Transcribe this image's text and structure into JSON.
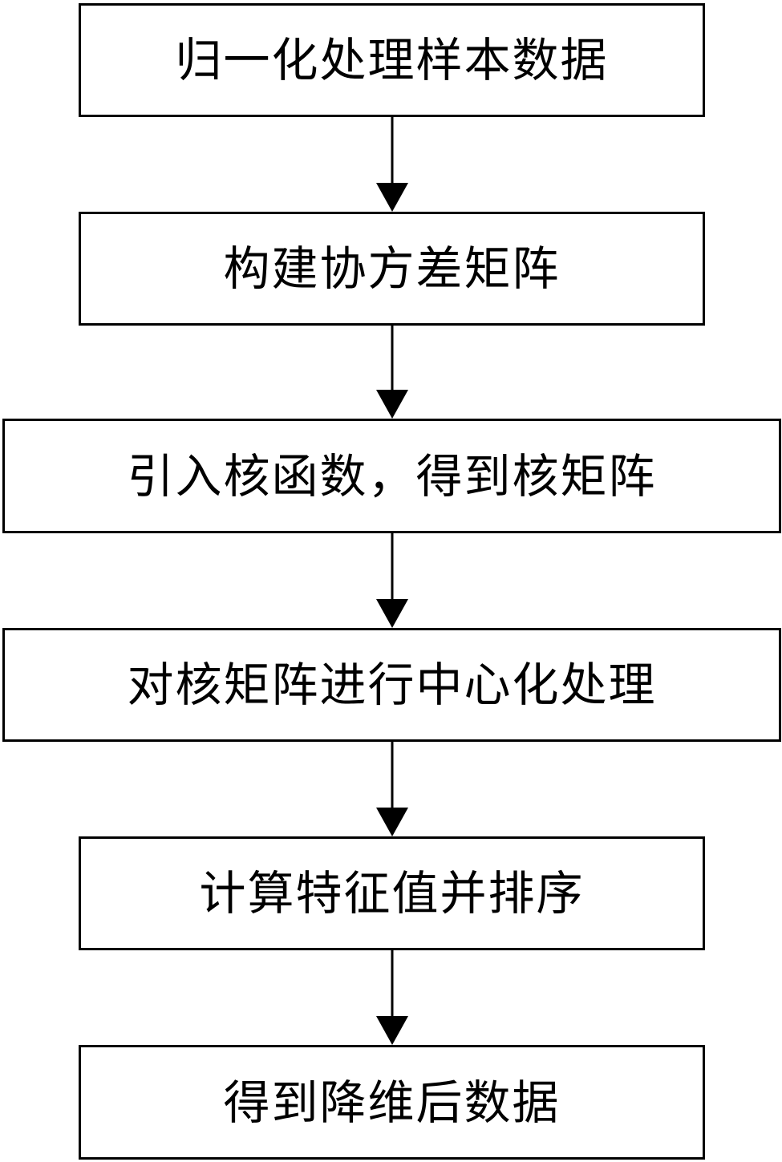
{
  "flowchart": {
    "steps": [
      {
        "label": "归一化处理样本数据"
      },
      {
        "label": "构建协方差矩阵"
      },
      {
        "label": "引入核函数，得到核矩阵"
      },
      {
        "label": "对核矩阵进行中心化处理"
      },
      {
        "label": "计算特征值并排序"
      },
      {
        "label": "得到降维后数据"
      }
    ],
    "connector_color": "#000000"
  }
}
